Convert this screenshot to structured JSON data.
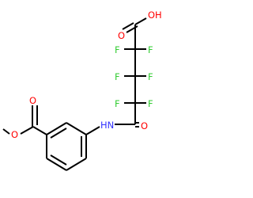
{
  "molecule": {
    "atom_labels": {
      "carbonyl_o_top": "O",
      "hydroxyl": "OH",
      "f_c2_left": "F",
      "f_c2_right": "F",
      "f_c3_left": "F",
      "f_c3_right": "F",
      "f_c4_left": "F",
      "f_c4_right": "F",
      "amide_o": "O",
      "amide_nh": "HN",
      "ester_carbonyl_o": "O",
      "ester_o": "O"
    },
    "colors": {
      "oxygen": "#ff0000",
      "fluorine": "#33cc33",
      "nitrogen": "#3333ff",
      "bond": "#000000"
    }
  }
}
